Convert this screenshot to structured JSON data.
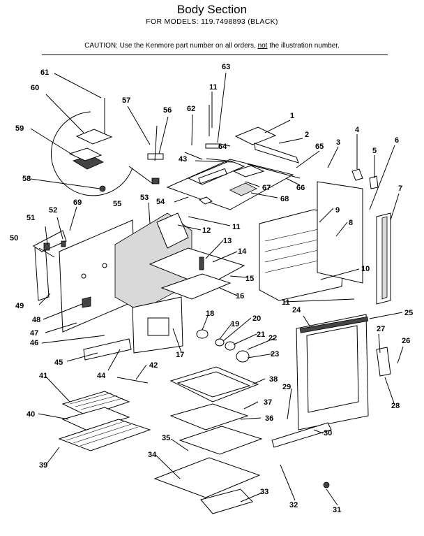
{
  "header": {
    "title": "Body Section",
    "subtitle": "FOR MODELS:  119.7498893 (BLACK)",
    "caution_prefix": "CAUTION:  Use the Kenmore part number on all orders, ",
    "caution_underlined": "not",
    "caution_suffix": " the illustration number."
  },
  "callouts": [
    "1",
    "2",
    "3",
    "4",
    "5",
    "6",
    "7",
    "8",
    "9",
    "10",
    "11",
    "11",
    "11",
    "12",
    "13",
    "14",
    "15",
    "16",
    "17",
    "18",
    "19",
    "20",
    "21",
    "22",
    "23",
    "24",
    "25",
    "26",
    "27",
    "28",
    "29",
    "30",
    "31",
    "32",
    "33",
    "34",
    "35",
    "36",
    "37",
    "38",
    "39",
    "40",
    "41",
    "42",
    "43",
    "44",
    "45",
    "46",
    "47",
    "48",
    "49",
    "50",
    "51",
    "52",
    "53",
    "54",
    "55",
    "56",
    "57",
    "58",
    "59",
    "60",
    "61",
    "62",
    "63",
    "64",
    "65",
    "66",
    "67",
    "68",
    "69"
  ]
}
